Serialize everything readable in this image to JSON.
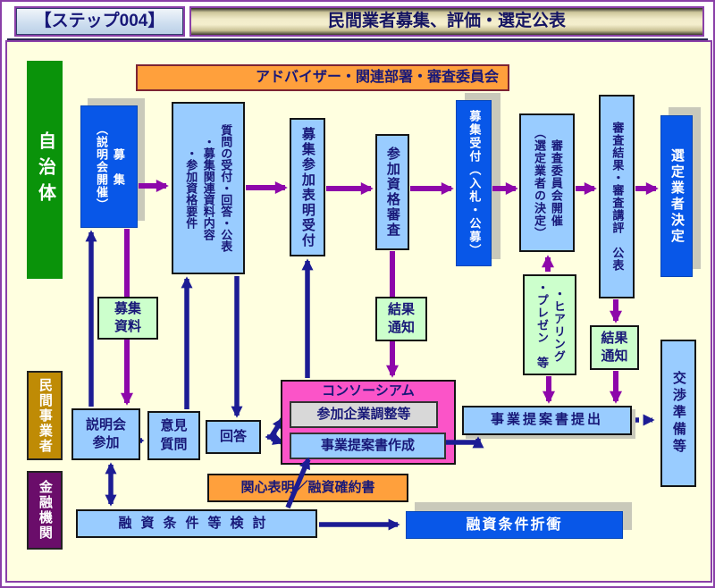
{
  "header": {
    "step": "【ステップ004】",
    "title": "民間業者募集、評価・選定公表"
  },
  "advisor_bar": "アドバイザー・関連部署・審査委員会",
  "lanes": {
    "government": "自治体",
    "private_operator": "民間事業者",
    "financial_institution": "金融機関"
  },
  "flow": {
    "recruit": "募　集\n（説明会開催）",
    "questions": "質問の受付・回答・公表\n・募集関連資料内容\n・参加資格要件",
    "entry_receipt": "募集参加表明受付",
    "qualification": "参加資格審査",
    "bid_receipt": "募集受付（入札・公募）",
    "committee": "審査委員会開催\n（選定業者の決定）",
    "results_publish": "審査結果・審査講評　公表",
    "selection": "選定業者決定"
  },
  "mid": {
    "materials": "募集\n資料",
    "result_notice_1": "結果\n通知",
    "hearing": "・ヒアリング\n・プレゼン　等",
    "result_notice_2": "結果\n通知",
    "negotiation_prep": "交渉準備等"
  },
  "bottom": {
    "briefing_join": "説明会\n参加",
    "opinion_question": "意見\n質問",
    "answer": "回答",
    "consortium": "コンソーシアム",
    "coordination": "参加企業調整等",
    "proposal_draft": "事業提案書作成",
    "interest_letter": "関心表明／融資確約書",
    "loan_review": "融資条件等検討",
    "proposal_submit": "事業提案書提出",
    "loan_negotiation": "融資条件折衝"
  },
  "colors": {
    "canvas_cream": "#ffffe0",
    "frame_purple": "#8a3fa8",
    "box_blue": "#0857e8",
    "box_light_blue": "#99ccff",
    "box_light_green": "#ccffcc",
    "box_pink": "#fb54c8",
    "box_orange": "#ffa03c",
    "box_gray": "#d8d8d8",
    "lane_green": "#0a930a",
    "lane_gold": "#bf8b05",
    "lane_purple": "#6a0d6a",
    "arrow_purple": "#8d07aa",
    "arrow_navy": "#1c1c94",
    "shadow_gray": "#c9c9ba"
  }
}
